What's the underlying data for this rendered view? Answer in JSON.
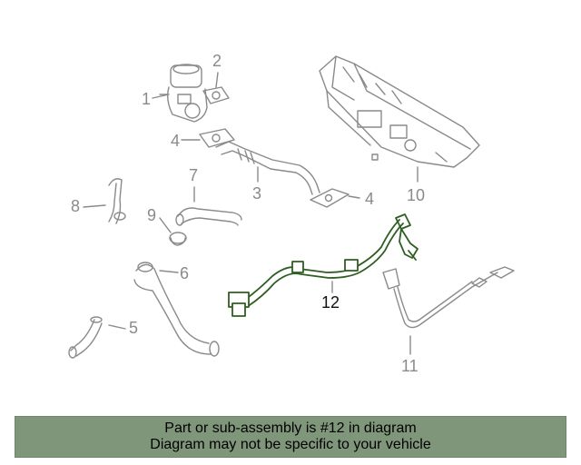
{
  "callouts": {
    "c1": "1",
    "c2": "2",
    "c3": "3",
    "c4a": "4",
    "c4b": "4",
    "c5": "5",
    "c6": "6",
    "c7": "7",
    "c8": "8",
    "c9": "9",
    "c10": "10",
    "c11": "11",
    "c12": "12"
  },
  "banner": {
    "line1": "Part or sub-assembly is #12 in diagram",
    "line2": "Diagram may not be specific to your vehicle"
  },
  "colors": {
    "part_outline": "#8a8a8a",
    "highlight_part": "#2f5e22",
    "banner_bg": "#7f967a"
  }
}
